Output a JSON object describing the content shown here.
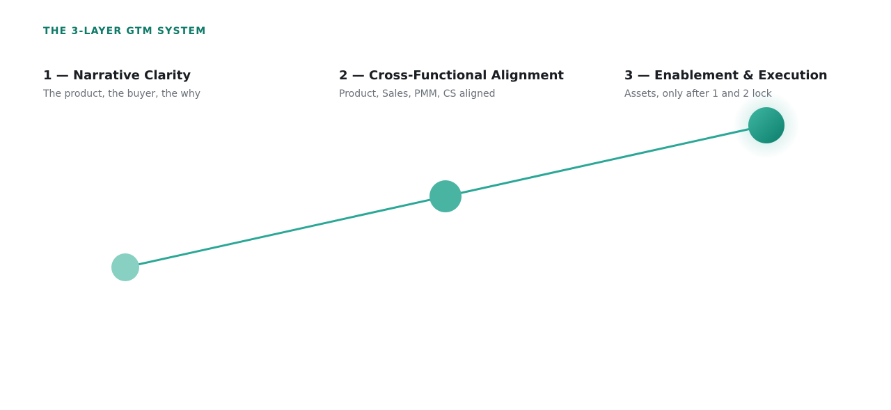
{
  "eyebrow": "THE 3-LAYER GTM SYSTEM",
  "layers": [
    {
      "title": "1 — Narrative Clarity",
      "description": "The product, the buyer, the why",
      "color": "#88d0c2"
    },
    {
      "title": "2 — Cross-Functional Alignment",
      "description": "Product, Sales, PMM, CS aligned",
      "color": "#49b4a2"
    },
    {
      "title": "3 — Enablement & Execution",
      "description": "Assets, only after 1 and 2 lock",
      "color": "#0f8a76"
    }
  ],
  "colors": {
    "accent": "#0e7a68",
    "line": "#2aa796"
  }
}
